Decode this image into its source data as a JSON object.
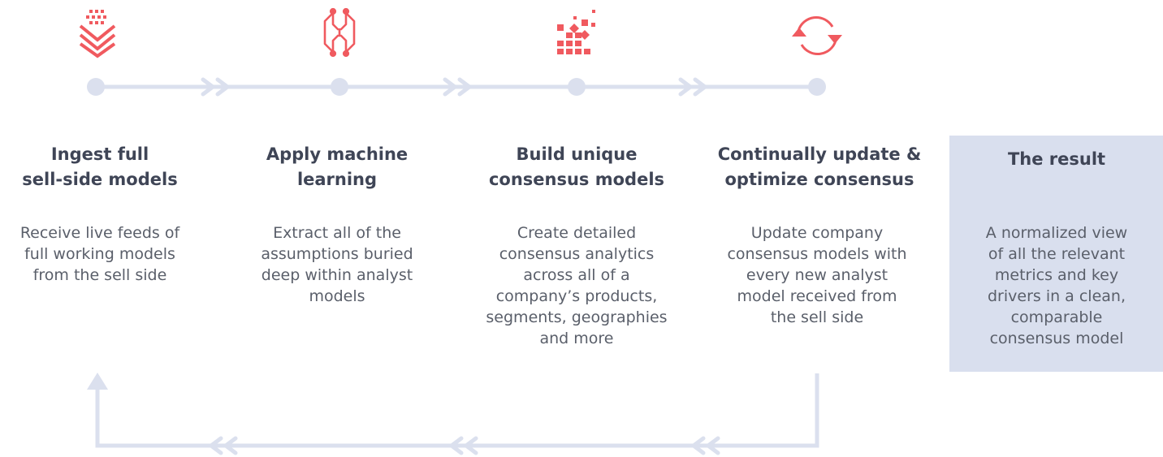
{
  "colors": {
    "accent": "#f05a5f",
    "track": "#dbe0ee",
    "title": "#3f4556",
    "body": "#5a5f6a",
    "result_bg": "#d9dfee"
  },
  "steps": [
    {
      "icon": "ingest-chevrons-icon",
      "title": "Ingest full sell-side models",
      "description": "Receive live feeds of full working models from the sell side"
    },
    {
      "icon": "machine-learning-circuit-icon",
      "title": "Apply machine learning",
      "description": "Extract all of the assumptions buried deep within analyst models"
    },
    {
      "icon": "consensus-blocks-icon",
      "title": "Build unique consensus models",
      "description": "Create detailed consensus analytics across all of a company’s products, segments, geographies and more"
    },
    {
      "icon": "refresh-cycle-icon",
      "title": "Continually update & optimize consensus",
      "description": "Update company consensus models with every new analyst model received from the sell side"
    }
  ],
  "result": {
    "title": "The result",
    "description": "A normalized view of all the relevant metrics and key drivers in a clean, comparable consensus model"
  }
}
